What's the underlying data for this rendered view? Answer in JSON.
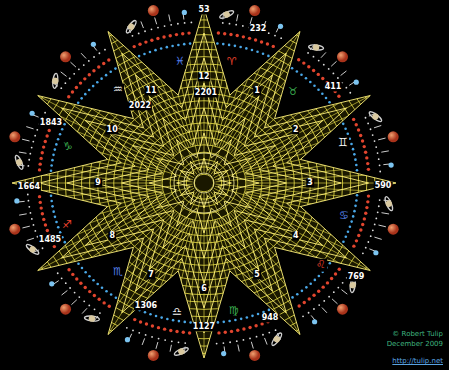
{
  "diagram": {
    "labels": [
      "53",
      "232",
      "411",
      "590",
      "769",
      "948",
      "1127",
      "1306",
      "1485",
      "1664",
      "1843",
      "2022",
      "2201",
      "1",
      "2",
      "3",
      "4",
      "5",
      "6",
      "7",
      "8",
      "9",
      "10",
      "11",
      "12",
      "♈",
      "♉",
      "♊",
      "♋",
      "♌",
      "♍",
      "♎",
      "♏",
      "♐",
      "♑",
      "♒",
      "♓",
      "© Robert Tulip",
      "December 2009",
      "http://tulip.net"
    ]
  }
}
